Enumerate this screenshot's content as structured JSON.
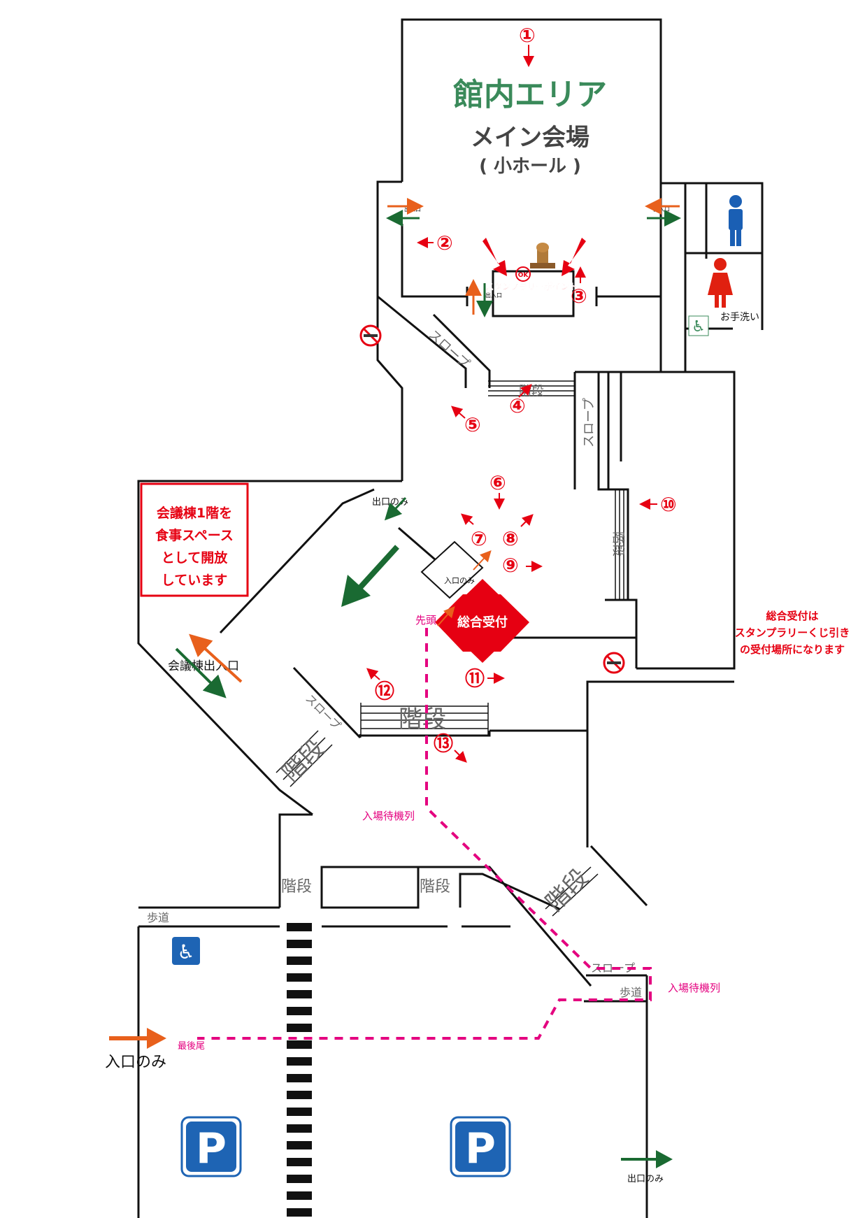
{
  "main_hall": {
    "title": "館内エリア",
    "subtitle": "メイン会場",
    "subtitle2": "( 小ホール )"
  },
  "labels": {
    "door_small": "出入口",
    "slope": "スロープ",
    "stairs": "階段",
    "exit_only": "出口のみ",
    "entrance_only": "入口のみ",
    "reception": "総合受付",
    "conference_exit": "会議棟出入口",
    "queue": "入場待機列",
    "queue_head": "先頭",
    "queue_tail": "最後尾",
    "sidewalk": "歩道",
    "hand_wash": "お手洗い",
    "stamp_point": "スタンプラリーポイント",
    "stamp_ok": "OK"
  },
  "notice_box": {
    "lines": [
      "会議棟1階を",
      "食事スペース",
      "として開放",
      "しています"
    ]
  },
  "reception_note": {
    "lines": [
      "総合受付は",
      "スタンプラリーくじ引き",
      "の受付場所になります"
    ]
  },
  "markers": [
    "①",
    "②",
    "③",
    "④",
    "⑤",
    "⑥",
    "⑦",
    "⑧",
    "⑨",
    "⑩",
    "⑪",
    "⑫",
    "⑬"
  ],
  "parking_letter": "P",
  "colors": {
    "red": "#e60012",
    "green": "#3a8a5a",
    "dark_green": "#1a6a32",
    "orange": "#e8601c",
    "magenta": "#e4007f",
    "blue": "#1e64b4",
    "restroom_blue": "#1a5fb4",
    "restroom_red": "#e02010"
  },
  "icons": [
    "male-restroom-icon",
    "female-restroom-icon",
    "accessible-restroom-icon",
    "no-smoking-icon",
    "accessible-parking-icon",
    "parking-icon",
    "stamp-icon"
  ]
}
